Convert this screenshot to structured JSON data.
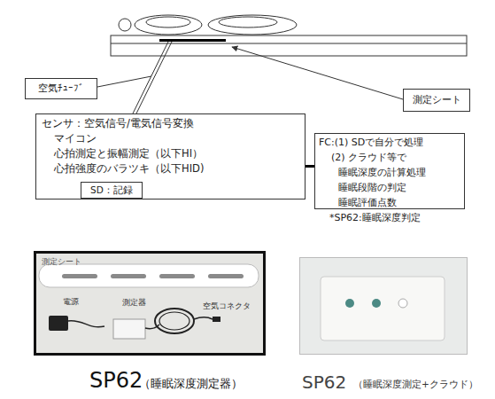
{
  "diagram": {
    "nodes": [
      {
        "text": [
          "空気ﾁｭｰﾌﾞ"
        ]
      },
      {
        "text": [
          "測定シート"
        ]
      },
      {
        "text": [
          "センサ：空気信号/電気信号変換",
          "マイコン",
          "心拍測定と振幅測定（以下HI）",
          "心拍強度のバラツキ（以下HID)"
        ]
      },
      {
        "text": [
          "SD：記録"
        ],
        "in": 2
      },
      {
        "text": [
          "FC:(1) SDで自分で処理",
          "(2) クラウド等で",
          "睡眠深度の計算処理",
          "睡眠段階の判定",
          "睡眠評価点数"
        ]
      },
      {
        "text": [
          "測定シート",
          "電源",
          "測定器",
          "空気コネクタ",
          "SP62",
          "（睡眠深度測定器）"
        ]
      },
      {
        "text": [
          "SP62",
          "（睡眠深度測定+クラウド）"
        ]
      }
    ],
    "edges": [
      {
        "from": 2,
        "to": 4,
        "arrow": "none"
      }
    ],
    "labels": [
      "*SP62:睡眠深度判定"
    ]
  }
}
